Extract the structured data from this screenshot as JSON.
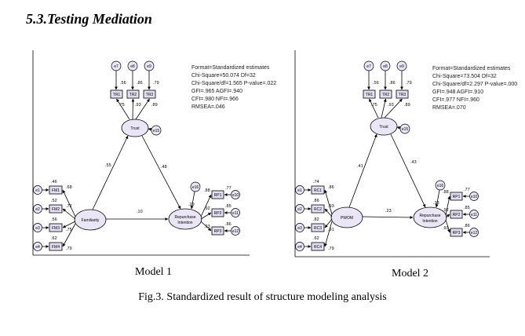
{
  "heading": "5.3.Testing Mediation",
  "caption": "Fig.3. Standardized result of structure modeling analysis",
  "model1": {
    "label": "Model 1",
    "fit": [
      "Format=Standardized estimates",
      "Chi-Square=50.074  Df=32",
      "Chi-Square/df=1.565  P-value=.022",
      "GFI=.965  AGFI=.940",
      "CFI=.980  NFI=.966",
      "RMSEA=.046"
    ],
    "trust_items": [
      "TR1",
      "TR2",
      "TR3"
    ],
    "trust_errors": [
      "e7",
      "e8",
      "e9"
    ],
    "trust_loadings": [
      ".56",
      ".86",
      ".79"
    ],
    "trust_paths": [
      ".75",
      ".93",
      ".89"
    ],
    "trust": "Trust",
    "trust_error": "e15",
    "predictor": "Familiarity",
    "predictor_items": [
      "FM1",
      "FM2",
      "FM3",
      "FM4"
    ],
    "predictor_errors": [
      "e1",
      "e2",
      "e3",
      "e4"
    ],
    "predictor_r2": [
      ".46",
      ".52",
      ".56",
      ".62"
    ],
    "outcome": "Repurchase Intention",
    "outcome_error": "e16",
    "outcome_r2": ".29",
    "outcome_items": [
      "RP1",
      "RP2",
      "RP3"
    ],
    "outcome_errors": [
      "e10",
      "e11",
      "e12"
    ],
    "outcome_r2_items": [
      ".77",
      ".85",
      ".86"
    ],
    "outcome_loadings": [
      ".88",
      ".92",
      ".93"
    ],
    "path_a": ".55",
    "path_b": ".48",
    "path_c": ".10",
    "pred_loadings": [
      ".68",
      ".72",
      ".75",
      ".79"
    ]
  },
  "model2": {
    "label": "Model 2",
    "fit": [
      "Format=Standardized estimates",
      "Chi-Square=73.504  Df=32",
      "Chi-Square/df=2.297  P-value=.000",
      "GFI=.948  AGFI=.910",
      "CFI=.977  NFI=.960",
      "RMSEA=.070"
    ],
    "trust_items": [
      "TR1",
      "TR2",
      "TR3"
    ],
    "trust_errors": [
      "e7",
      "e8",
      "e9"
    ],
    "trust_loadings": [
      ".56",
      ".86",
      ".79"
    ],
    "trust_paths": [
      ".75",
      ".93",
      ".89"
    ],
    "trust": "Trust",
    "trust_error": "e15",
    "predictor": "PWOM",
    "predictor_items": [
      "RC1",
      "RC2",
      "RC3",
      "RC4"
    ],
    "predictor_errors": [
      "e1",
      "e2",
      "e3",
      "e4"
    ],
    "predictor_r2": [
      ".74",
      ".86",
      ".82",
      ".62"
    ],
    "outcome": "Repurchase Intention",
    "outcome_error": "e16",
    "outcome_r2": ".33",
    "outcome_items": [
      "RP1",
      "RP2",
      "RP3"
    ],
    "outcome_errors": [
      "e10",
      "e11",
      "e12"
    ],
    "outcome_r2_items": [
      ".77",
      ".85",
      ".86"
    ],
    "outcome_loadings": [
      ".88",
      ".92",
      ".93"
    ],
    "path_a": ".41",
    "path_b": ".43",
    "path_c": ".23",
    "pred_loadings": [
      ".86",
      ".93",
      ".91",
      ".79"
    ]
  }
}
